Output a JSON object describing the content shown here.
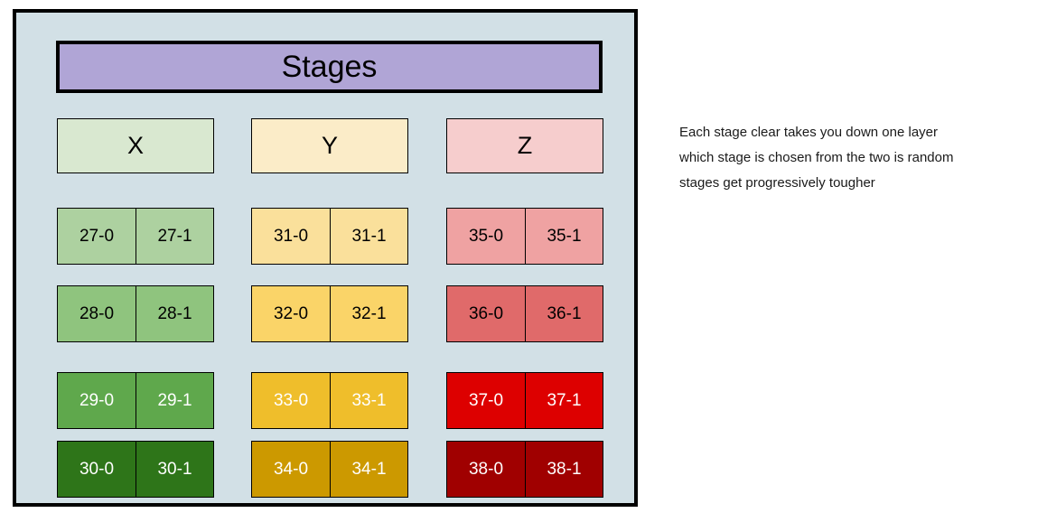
{
  "panel": {
    "background_color": "#d2e0e6",
    "border_color": "#000000",
    "title": "Stages",
    "title_background_color": "#b0a5d6"
  },
  "columns": [
    {
      "id": "x",
      "label": "X",
      "header_color": "#d9e8d0",
      "rows": [
        {
          "stage": 27,
          "cells": [
            "27-0",
            "27-1"
          ],
          "color": "#add1a0",
          "text_color": "#000000"
        },
        {
          "stage": 28,
          "cells": [
            "28-0",
            "28-1"
          ],
          "color": "#8fc47e",
          "text_color": "#000000"
        },
        {
          "stage": 29,
          "cells": [
            "29-0",
            "29-1"
          ],
          "color": "#5fa84c",
          "text_color": "#ffffff"
        },
        {
          "stage": 30,
          "cells": [
            "30-0",
            "30-1"
          ],
          "color": "#2e7519",
          "text_color": "#ffffff"
        }
      ]
    },
    {
      "id": "y",
      "label": "Y",
      "header_color": "#fbecc8",
      "rows": [
        {
          "stage": 31,
          "cells": [
            "31-0",
            "31-1"
          ],
          "color": "#fae09b",
          "text_color": "#000000"
        },
        {
          "stage": 32,
          "cells": [
            "32-0",
            "32-1"
          ],
          "color": "#fad468",
          "text_color": "#000000"
        },
        {
          "stage": 33,
          "cells": [
            "33-0",
            "33-1"
          ],
          "color": "#efbe2b",
          "text_color": "#ffffff"
        },
        {
          "stage": 34,
          "cells": [
            "34-0",
            "34-1"
          ],
          "color": "#cc9900",
          "text_color": "#ffffff"
        }
      ]
    },
    {
      "id": "z",
      "label": "Z",
      "header_color": "#f6cdcd",
      "rows": [
        {
          "stage": 35,
          "cells": [
            "35-0",
            "35-1"
          ],
          "color": "#efa2a2",
          "text_color": "#000000"
        },
        {
          "stage": 36,
          "cells": [
            "36-0",
            "36-1"
          ],
          "color": "#e06a6a",
          "text_color": "#000000"
        },
        {
          "stage": 37,
          "cells": [
            "37-0",
            "37-1"
          ],
          "color": "#dd0000",
          "text_color": "#ffffff"
        },
        {
          "stage": 38,
          "cells": [
            "38-0",
            "38-1"
          ],
          "color": "#a00000",
          "text_color": "#ffffff"
        }
      ]
    }
  ],
  "side_note": {
    "lines": [
      "Each stage clear takes you down one layer",
      "which stage is chosen from the two is random",
      "stages get progressively tougher"
    ]
  }
}
